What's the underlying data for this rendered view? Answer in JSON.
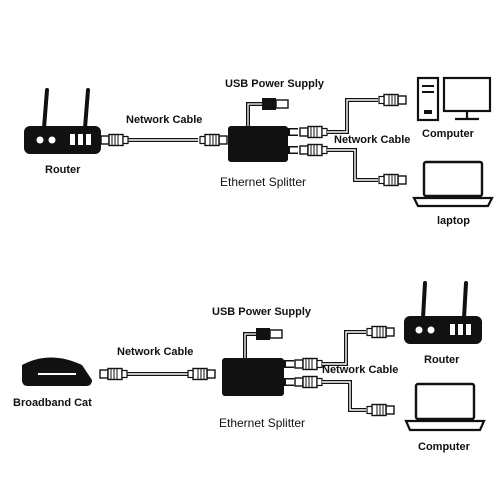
{
  "top": {
    "router_label": "Router",
    "network_cable_label": "Network Cable",
    "usb_label": "USB Power Supply",
    "splitter_label": "Ethernet Splitter",
    "branch_cable_label": "Network Cable",
    "computer_label": "Computer",
    "laptop_label": "laptop"
  },
  "bottom": {
    "modem_label": "Broadband Cat",
    "network_cable_label": "Network Cable",
    "usb_label": "USB Power Supply",
    "splitter_label": "Ethernet Splitter",
    "branch_cable_label": "Network Cable",
    "router_label": "Router",
    "computer_label": "Computer"
  },
  "colors": {
    "ink": "#111111",
    "cable": "#777777",
    "background": "#ffffff"
  },
  "icons": [
    "router-icon",
    "desktop-computer-icon",
    "laptop-icon",
    "broadband-modem-icon",
    "ethernet-splitter-icon",
    "usb-plug-icon",
    "rj45-plug-icon"
  ]
}
